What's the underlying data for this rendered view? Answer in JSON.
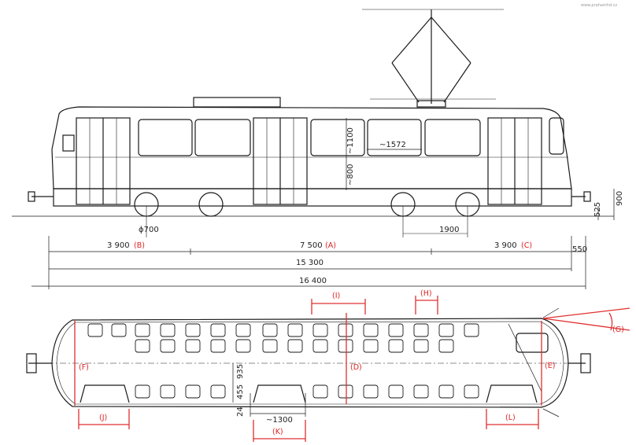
{
  "watermark": "www.prahamhd.cz",
  "side_view": {
    "dims": {
      "dia": "ϕ700",
      "bogie_base": "1900",
      "floor_h": "525",
      "total_h": "900",
      "win_h": "~1100",
      "win_w": "~1572",
      "low_h": "~800",
      "seg_b": "3 900",
      "seg_a": "7 500",
      "seg_c": "3 900",
      "coupler": "550",
      "body_len": "15 300",
      "total_len": "16 400"
    },
    "labels": {
      "b": "(B)",
      "a": "(A)",
      "c": "(C)"
    }
  },
  "plan_view": {
    "dims": {
      "aisle": "935",
      "seat_w": "455",
      "edge": "24",
      "door_w": "~1300"
    },
    "labels": {
      "i": "(I)",
      "h": "(H)",
      "g": "(G)",
      "f": "(F)",
      "d": "(D)",
      "e": "(E)",
      "j": "(J)",
      "k": "(K)",
      "l": "(L)"
    }
  },
  "colors": {
    "line": "#1a1a1a",
    "accent": "#e03030"
  }
}
